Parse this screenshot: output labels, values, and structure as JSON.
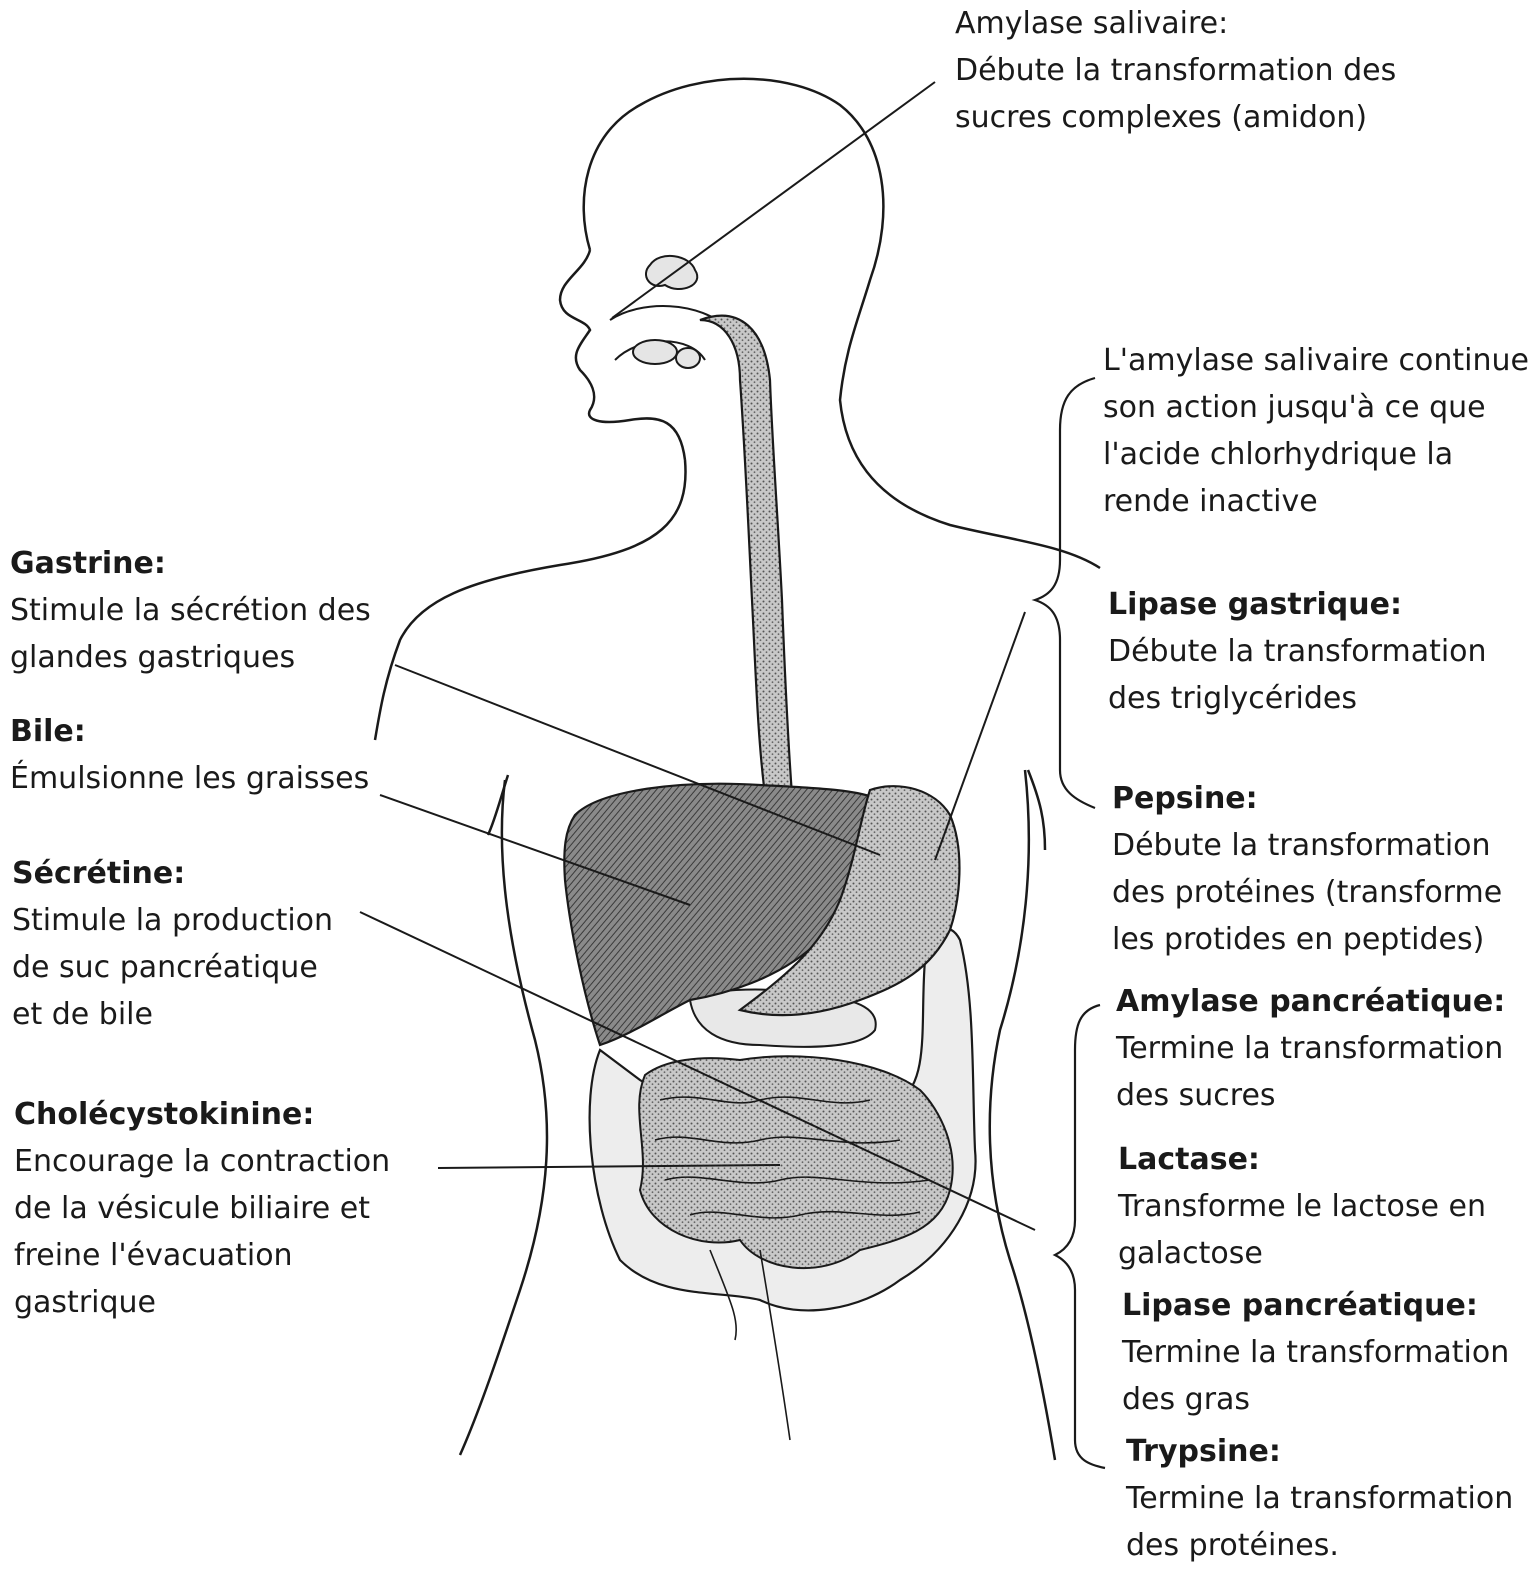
{
  "labels": {
    "amylase_salivaire": {
      "title": "Amylase salivaire:",
      "desc": "Débute la transformation des\nsucres complexes (amidon)"
    },
    "amylase_continue": {
      "desc": "L'amylase salivaire continue\nson action jusqu'à ce que\nl'acide chlorhydrique la\nrende inactive"
    },
    "lipase_gastrique": {
      "title": "Lipase gastrique:",
      "desc": "Débute la transformation\ndes triglycérides"
    },
    "pepsine": {
      "title": "Pepsine:",
      "desc": "Débute la transformation\ndes protéines (transforme\nles protides en peptides)"
    },
    "amylase_pancreatique": {
      "title": "Amylase pancréatique:",
      "desc": "Termine la transformation\ndes sucres"
    },
    "lactase": {
      "title": "Lactase:",
      "desc": "Transforme le lactose en\ngalactose"
    },
    "lipase_pancreatique": {
      "title": "Lipase pancréatique:",
      "desc": "Termine la transformation\ndes gras"
    },
    "trypsine": {
      "title": "Trypsine:",
      "desc": "Termine la transformation\ndes protéines."
    },
    "gastrine": {
      "title": "Gastrine:",
      "desc": "Stimule la sécrétion des\nglandes gastriques"
    },
    "bile": {
      "title": "Bile:",
      "desc": "Émulsionne les graisses"
    },
    "secretine": {
      "title": "Sécrétine:",
      "desc": "Stimule la production\nde suc pancréatique\net de bile"
    },
    "cholecystokinine": {
      "title": "Cholécystokinine:",
      "desc": "Encourage la contraction\nde la vésicule biliaire et\nfreine l'évacuation\ngastrique"
    }
  },
  "colors": {
    "line": "#1a1a1a",
    "organ_fill": "#9a9a9a",
    "organ_dark": "#6e6e6e",
    "esophagus_fill": "#bdbdbd"
  }
}
